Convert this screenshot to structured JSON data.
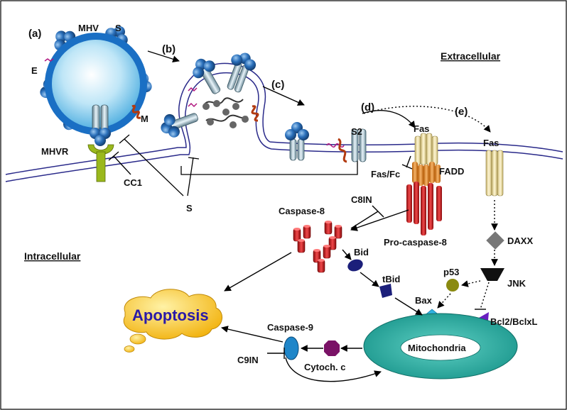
{
  "labels": {
    "panel_a": "(a)",
    "panel_b": "(b)",
    "panel_c": "(c)",
    "panel_d": "(d)",
    "panel_e": "(e)",
    "mhv": "MHV",
    "s_top": "S",
    "e": "E",
    "m": "M",
    "mhvr": "MHVR",
    "cc1": "CC1",
    "s_bottom": "S",
    "s2": "S2",
    "fas_d": "Fas",
    "fas_e": "Fas",
    "fas_fc": "Fas/Fc",
    "fadd": "FADD",
    "c8in": "C8IN",
    "caspase8": "Caspase-8",
    "pro_caspase8": "Pro-caspase-8",
    "daxx": "DAXX",
    "bid": "Bid",
    "tbid": "tBid",
    "p53": "p53",
    "jnk": "JNK",
    "bax": "Bax",
    "bcl2": "Bcl2/BclxL",
    "apoptosis": "Apoptosis",
    "caspase9": "Caspase-9",
    "mitochondria": "Mitochondria",
    "c9in": "C9IN",
    "cytoch": "Cytoch. c",
    "extracellular": "Extracellular",
    "intracellular": "Intracellular"
  },
  "colors": {
    "virion_blue": "#1a6fc4",
    "virion_light": "#bfe6f7",
    "spike_ball": "#1f5fa8",
    "membrane": "#2a2a8a",
    "receptor_green": "#9ab81c",
    "fas_yellow": "#f3e4a6",
    "fadd_orange": "#e68a1f",
    "caspase_red": "#d8161a",
    "mito_teal": "#36b3a8",
    "apoptosis_cloud": "#f6c21a",
    "apoptosis_text": "#2a1aa8",
    "daxx_gray": "#777777",
    "bid_navy": "#1b1f7a",
    "p53_olive": "#8a8a10",
    "bax_cyan": "#2fb2e0",
    "bcl2_purple": "#6a1fc0",
    "cytoc_purple": "#7a1266",
    "casp9_blue": "#1f86c9"
  },
  "icons": {
    "virion": "virus-particle-icon",
    "receptor": "receptor-icon",
    "fas": "fas-receptor-icon",
    "mitochondria": "mitochondria-icon",
    "apoptosis": "cloud-icon"
  }
}
